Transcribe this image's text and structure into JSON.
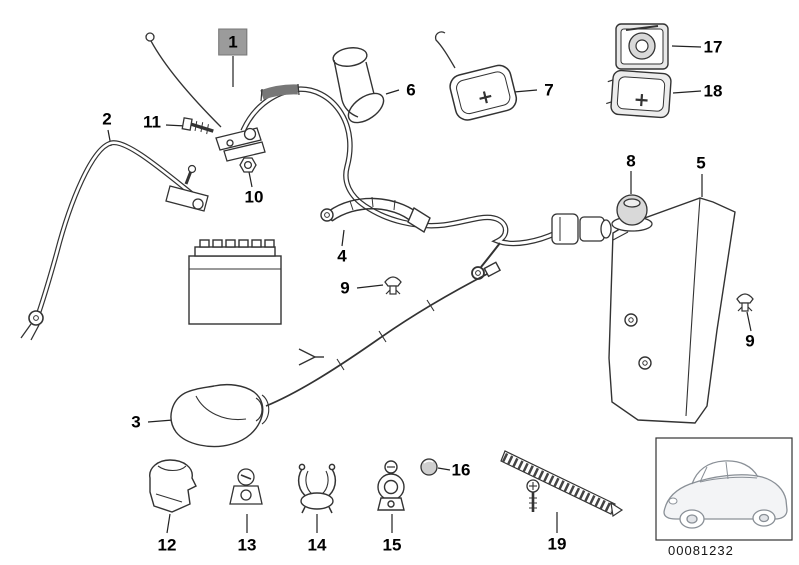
{
  "diagram": {
    "code": "00081232",
    "colors": {
      "line": "#333333",
      "highlight": "#9b9b9b",
      "shade": "#d9d9d9"
    },
    "callouts": [
      {
        "part": "1"
      },
      {
        "part": "2"
      },
      {
        "part": "11"
      },
      {
        "part": "10"
      },
      {
        "part": "6"
      },
      {
        "part": "7"
      },
      {
        "part": "17"
      },
      {
        "part": "18"
      },
      {
        "part": "8"
      },
      {
        "part": "5"
      },
      {
        "part": "4"
      },
      {
        "part": "9"
      },
      {
        "part": "9"
      },
      {
        "part": "3"
      },
      {
        "part": "12"
      },
      {
        "part": "13"
      },
      {
        "part": "14"
      },
      {
        "part": "15"
      },
      {
        "part": "16"
      },
      {
        "part": "19"
      }
    ]
  }
}
